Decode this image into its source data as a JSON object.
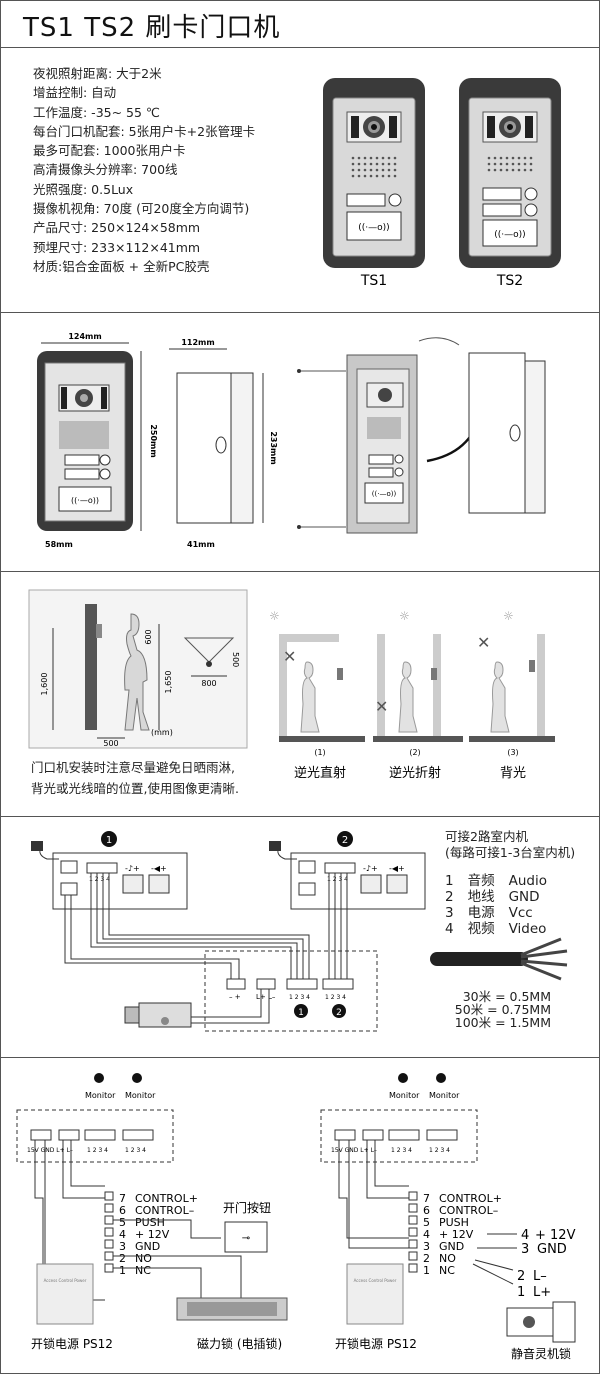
{
  "title": "TS1   TS2  刷卡门口机",
  "specs": [
    "夜视照射距离: 大于2米",
    "增益控制: 自动",
    "工作温度: -35~ 55 ℃",
    "每台门口机配套: 5张用户卡+2张管理卡",
    "最多可配套: 1000张用户卡",
    "高清摄像头分辨率: 700线",
    "光照强度: 0.5Lux",
    "摄像机视角: 70度 (可20度全方向调节)",
    "产品尺寸: 250×124×58mm",
    "预埋尺寸: 233×112×41mm",
    "材质:铝合金面板 + 全新PC胶壳"
  ],
  "models": [
    "TS1",
    "TS2"
  ],
  "dimensions": {
    "width_front": "124mm",
    "height_front": "250mm",
    "depth_front": "58mm",
    "width_box": "112mm",
    "height_box": "233mm",
    "depth_box": "41mm"
  },
  "install": {
    "h1": "1,600",
    "h2": "1,650",
    "d1": "600",
    "d2": "500",
    "d3": "500",
    "d4": "800",
    "unit": "(mm)",
    "note_line1": "门口机安装时注意尽量避免日晒雨淋,",
    "note_line2": "背光或光线暗的位置,使用图像更清晰.",
    "cases": [
      {
        "num": "(1)",
        "label": "逆光直射"
      },
      {
        "num": "(2)",
        "label": "逆光折射"
      },
      {
        "num": "(3)",
        "label": "背光"
      }
    ]
  },
  "wiring": {
    "unit1": "1",
    "unit2": "2",
    "terminal_pins": "1 2 3 4",
    "power_pins": "– +",
    "lock_pins": "L+ L–",
    "legend_line1": "可接2路室内机",
    "legend_line2": "(每路可接1-3台室内机)",
    "wires": [
      {
        "n": "1",
        "cn": "音频",
        "en": "Audio"
      },
      {
        "n": "2",
        "cn": "地线",
        "en": "GND"
      },
      {
        "n": "3",
        "cn": "电源",
        "en": "Vcc"
      },
      {
        "n": "4",
        "cn": "视频",
        "en": "Video"
      }
    ],
    "cable_specs": [
      "30米 = 0.5MM",
      "50米 = 0.75MM",
      "100米 = 1.5MM"
    ]
  },
  "connect": {
    "monitor_label": "Monitor",
    "power_terminals": "15V GND L+ L–",
    "terminals": [
      {
        "n": "7",
        "name": "CONTROL+"
      },
      {
        "n": "6",
        "name": "CONTROL–"
      },
      {
        "n": "5",
        "name": "PUSH"
      },
      {
        "n": "4",
        "name": "+ 12V"
      },
      {
        "n": "3",
        "name": "GND"
      },
      {
        "n": "2",
        "name": "NO"
      },
      {
        "n": "1",
        "name": "NC"
      }
    ],
    "exit_button": "开门按钮",
    "psu_label": "开锁电源 PS12",
    "maglock_label": "磁力锁 (电插锁)",
    "right_map": [
      {
        "n": "4",
        "name": "+ 12V"
      },
      {
        "n": "3",
        "name": "GND"
      },
      {
        "n": "2",
        "name": "L–"
      },
      {
        "n": "1",
        "name": "L+"
      }
    ],
    "silent_lock": "静音灵机锁"
  }
}
